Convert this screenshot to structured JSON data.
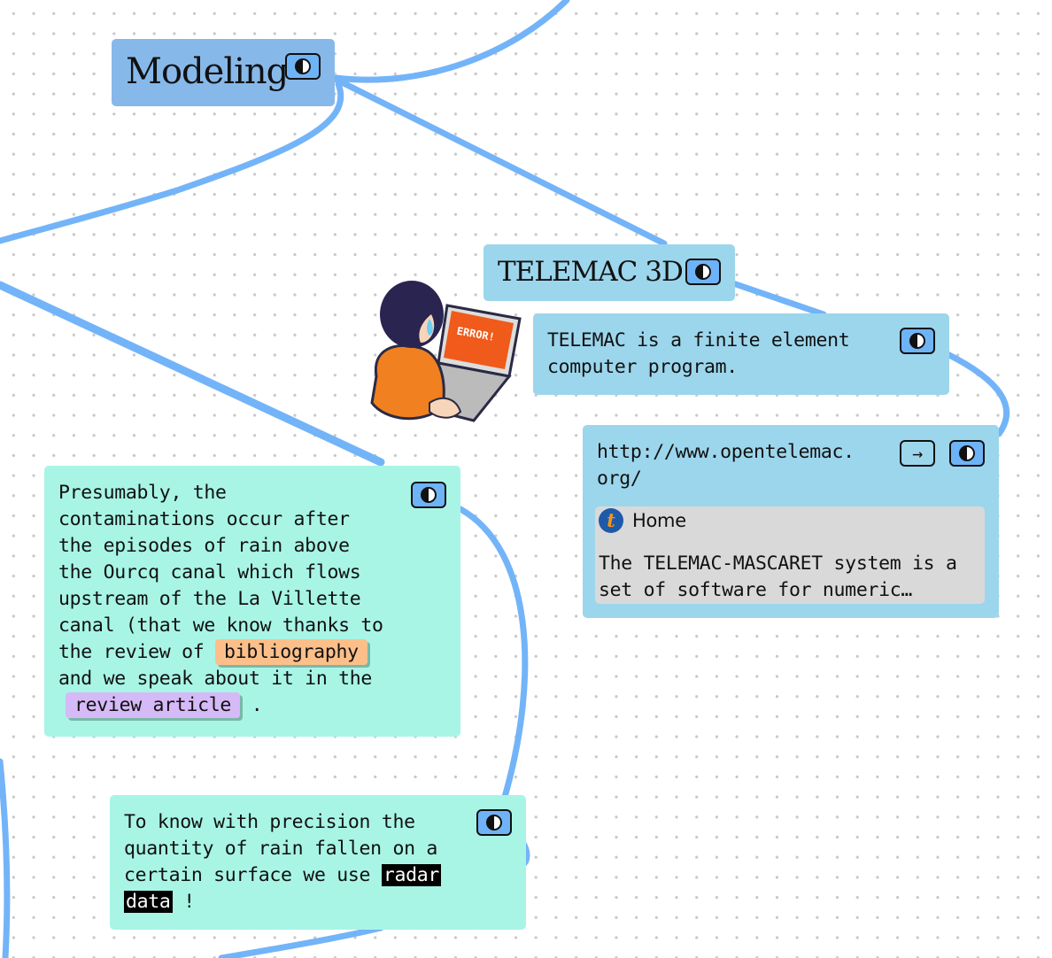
{
  "nodes": {
    "modeling": {
      "title": "Modeling"
    },
    "telemac3d": {
      "title": "TELEMAC 3D"
    },
    "telemac_desc": {
      "text": "TELEMAC is a finite element computer program."
    },
    "link": {
      "url_line1": "http://www.opentelemac.",
      "url_line2": "org/",
      "open_icon": "→",
      "preview_title": "Home",
      "preview_text_line1": "The TELEMAC-MASCARET system is a",
      "preview_text_line2": "set of software for numeric…"
    },
    "contamination": {
      "lines": [
        "Presumably, the",
        "contaminations occur after",
        "the episodes of rain above",
        "the Ourcq canal which flows",
        "upstream of the La Villette",
        "canal (that we know thanks to"
      ],
      "pre_chip": "the review of",
      "chip1": "bibliography",
      "mid": "and we speak about it in the",
      "chip2": "review article",
      "end": "."
    },
    "radar": {
      "line1": "To know with precision the",
      "line2": "quantity of rain fallen on a",
      "line3": "certain surface we use",
      "highlight1": "radar",
      "highlight2": "data",
      "end": "!"
    }
  },
  "illustration": {
    "screen_text": "ERROR!"
  },
  "colors": {
    "link": "#73b4f8",
    "modeling": "#87b8ea",
    "telemac": "#9cd6ec",
    "note": "#a8f5e6",
    "chip_orange": "#fdbf8a",
    "chip_purple": "#d6b9f7"
  }
}
